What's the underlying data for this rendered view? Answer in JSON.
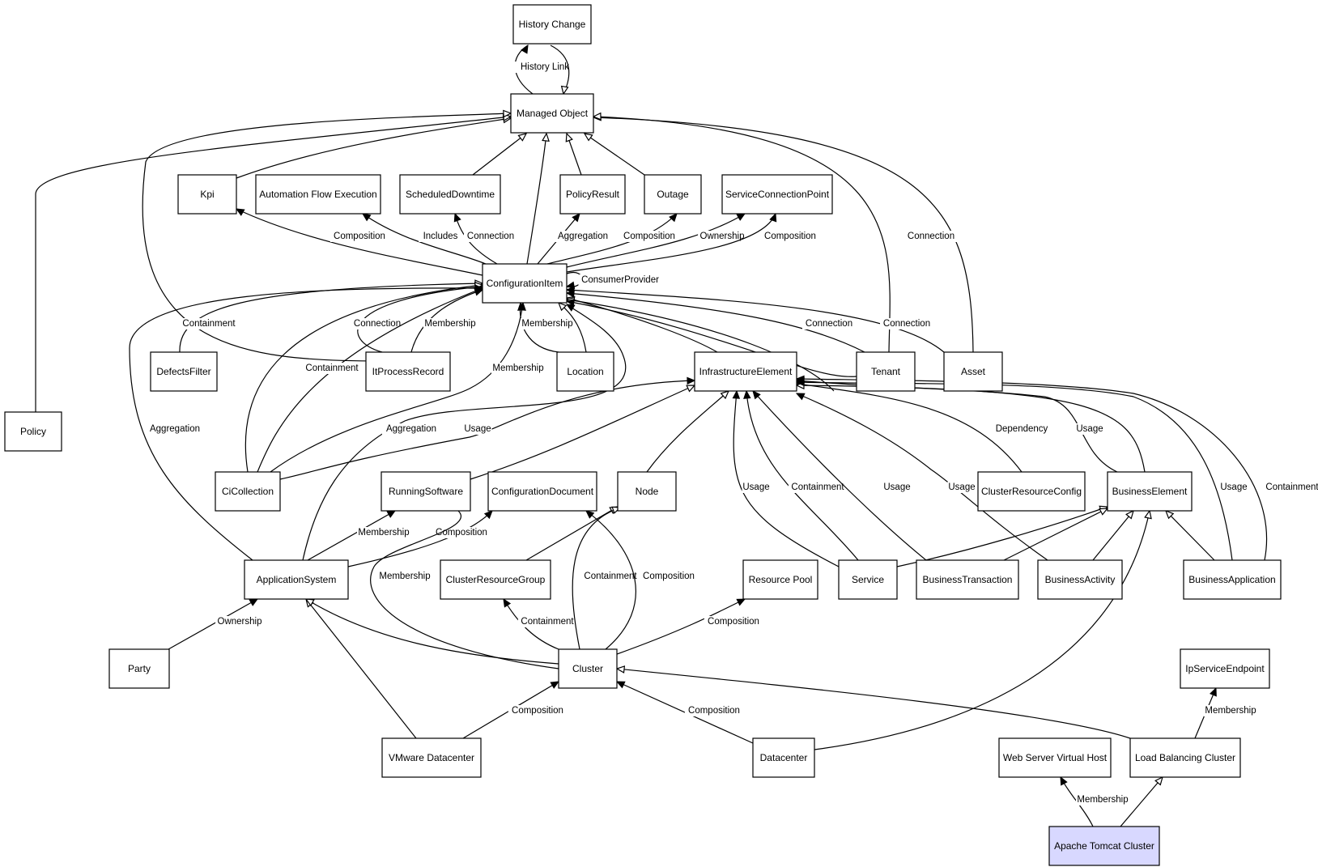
{
  "nodes": [
    {
      "id": "history",
      "label": "History Change"
    },
    {
      "id": "mo",
      "label": "Managed Object"
    },
    {
      "id": "kpi",
      "label": "Kpi"
    },
    {
      "id": "afe",
      "label": "Automation Flow Execution"
    },
    {
      "id": "sd",
      "label": "ScheduledDowntime"
    },
    {
      "id": "pr",
      "label": "PolicyResult"
    },
    {
      "id": "outage",
      "label": "Outage"
    },
    {
      "id": "scp",
      "label": "ServiceConnectionPoint"
    },
    {
      "id": "ci",
      "label": "ConfigurationItem"
    },
    {
      "id": "df",
      "label": "DefectsFilter"
    },
    {
      "id": "ipr",
      "label": "ItProcessRecord"
    },
    {
      "id": "loc",
      "label": "Location"
    },
    {
      "id": "ie",
      "label": "InfrastructureElement"
    },
    {
      "id": "tenant",
      "label": "Tenant"
    },
    {
      "id": "asset",
      "label": "Asset"
    },
    {
      "id": "policy",
      "label": "Policy"
    },
    {
      "id": "cic",
      "label": "CiCollection"
    },
    {
      "id": "rs",
      "label": "RunningSoftware"
    },
    {
      "id": "cd",
      "label": "ConfigurationDocument"
    },
    {
      "id": "node",
      "label": "Node"
    },
    {
      "id": "crc",
      "label": "ClusterResourceConfig"
    },
    {
      "id": "be",
      "label": "BusinessElement"
    },
    {
      "id": "as",
      "label": "ApplicationSystem"
    },
    {
      "id": "crg",
      "label": "ClusterResourceGroup"
    },
    {
      "id": "rp",
      "label": "Resource Pool"
    },
    {
      "id": "svc",
      "label": "Service"
    },
    {
      "id": "bt",
      "label": "BusinessTransaction"
    },
    {
      "id": "ba",
      "label": "BusinessActivity"
    },
    {
      "id": "bapp",
      "label": "BusinessApplication"
    },
    {
      "id": "party",
      "label": "Party"
    },
    {
      "id": "cluster",
      "label": "Cluster"
    },
    {
      "id": "ipse",
      "label": "IpServiceEndpoint"
    },
    {
      "id": "vmdc",
      "label": "VMware Datacenter"
    },
    {
      "id": "dc",
      "label": "Datacenter"
    },
    {
      "id": "wsvh",
      "label": "Web Server Virtual Host"
    },
    {
      "id": "lbc",
      "label": "Load Balancing Cluster"
    },
    {
      "id": "atc",
      "label": "Apache Tomcat Cluster",
      "highlight": true,
      "fill": "#d8d8ff"
    }
  ],
  "edges": [
    {
      "id": "e1",
      "label": "History Link",
      "arrow": "filled"
    },
    {
      "id": "e1b",
      "label": "",
      "arrow": "hollow"
    },
    {
      "id": "e2",
      "label": "",
      "arrow": "hollow"
    },
    {
      "id": "e3",
      "label": "",
      "arrow": "hollow"
    },
    {
      "id": "e4",
      "label": "",
      "arrow": "hollow"
    },
    {
      "id": "e5",
      "label": "",
      "arrow": "hollow"
    },
    {
      "id": "e6",
      "label": "",
      "arrow": "hollow"
    },
    {
      "id": "e7",
      "label": "",
      "arrow": "hollow"
    },
    {
      "id": "e8",
      "label": "",
      "arrow": "hollow"
    },
    {
      "id": "e9",
      "label": "",
      "arrow": "hollow"
    },
    {
      "id": "e10",
      "label": "Connection",
      "arrow": "hollow"
    },
    {
      "id": "e11",
      "label": "Composition",
      "arrow": "filled"
    },
    {
      "id": "e12",
      "label": "Includes",
      "arrow": "filled"
    },
    {
      "id": "e13",
      "label": "Connection",
      "arrow": "filled"
    },
    {
      "id": "e14",
      "label": "Aggregation",
      "arrow": "filled"
    },
    {
      "id": "e15",
      "label": "Composition",
      "arrow": "filled"
    },
    {
      "id": "e16",
      "label": "Ownership",
      "arrow": "filled"
    },
    {
      "id": "e17",
      "label": "Composition",
      "arrow": "filled"
    },
    {
      "id": "e18",
      "label": "ConsumerProvider",
      "arrow": "filled"
    },
    {
      "id": "e19",
      "label": "Containment",
      "arrow": "hollow"
    },
    {
      "id": "e20",
      "label": "Connection",
      "arrow": "filled"
    },
    {
      "id": "e21",
      "label": "Membership",
      "arrow": "filled"
    },
    {
      "id": "e22",
      "label": "Membership",
      "arrow": "filled"
    },
    {
      "id": "e23",
      "label": "",
      "arrow": "hollow"
    },
    {
      "id": "e24",
      "label": "",
      "arrow": "hollow"
    },
    {
      "id": "e25",
      "label": "Connection",
      "arrow": "filled"
    },
    {
      "id": "e26",
      "label": "Connection",
      "arrow": "filled"
    },
    {
      "id": "e27",
      "label": "Containment",
      "arrow": "filled"
    },
    {
      "id": "e28",
      "label": "",
      "arrow": "hollow"
    },
    {
      "id": "e29",
      "label": "Membership",
      "arrow": "filled"
    },
    {
      "id": "e30",
      "label": "Aggregation",
      "arrow": "filled"
    },
    {
      "id": "e31",
      "label": "Aggregation",
      "arrow": "filled"
    },
    {
      "id": "e32",
      "label": "",
      "arrow": "hollow"
    },
    {
      "id": "e33",
      "label": "Usage",
      "arrow": "filled"
    },
    {
      "id": "e34",
      "label": "",
      "arrow": "hollow"
    },
    {
      "id": "e35",
      "label": "",
      "arrow": "hollow"
    },
    {
      "id": "e36",
      "label": "Usage",
      "arrow": "filled"
    },
    {
      "id": "e37",
      "label": "Containment",
      "arrow": "filled"
    },
    {
      "id": "e38",
      "label": "Usage",
      "arrow": "filled"
    },
    {
      "id": "e39",
      "label": "Usage",
      "arrow": "filled"
    },
    {
      "id": "e40",
      "label": "Dependency",
      "arrow": "filled"
    },
    {
      "id": "e41",
      "label": "Usage",
      "arrow": "filled"
    },
    {
      "id": "e42",
      "label": "",
      "arrow": "hollow"
    },
    {
      "id": "e43",
      "label": "Usage",
      "arrow": "filled"
    },
    {
      "id": "e44",
      "label": "Containment",
      "arrow": "filled"
    },
    {
      "id": "e45",
      "label": "Aggregation",
      "arrow": "filled"
    },
    {
      "id": "e46",
      "label": "Membership",
      "arrow": "filled"
    },
    {
      "id": "e47",
      "label": "Composition",
      "arrow": "filled"
    },
    {
      "id": "e48",
      "label": "",
      "arrow": "hollow"
    },
    {
      "id": "e49",
      "label": "",
      "arrow": "hollow"
    },
    {
      "id": "e50",
      "label": "",
      "arrow": "hollow"
    },
    {
      "id": "e51",
      "label": "",
      "arrow": "hollow"
    },
    {
      "id": "e52",
      "label": "",
      "arrow": "hollow"
    },
    {
      "id": "e53",
      "label": "Ownership",
      "arrow": "filled"
    },
    {
      "id": "e54",
      "label": "",
      "arrow": "hollow"
    },
    {
      "id": "e55",
      "label": "Membership",
      "arrow": "filled"
    },
    {
      "id": "e56",
      "label": "Containment",
      "arrow": "filled"
    },
    {
      "id": "e57",
      "label": "Containment",
      "arrow": "hollow"
    },
    {
      "id": "e58",
      "label": "Composition",
      "arrow": "filled"
    },
    {
      "id": "e59",
      "label": "Composition",
      "arrow": "filled"
    },
    {
      "id": "e60",
      "label": "",
      "arrow": "hollow"
    },
    {
      "id": "e61",
      "label": "Composition",
      "arrow": "filled"
    },
    {
      "id": "e62",
      "label": "Composition",
      "arrow": "filled"
    },
    {
      "id": "e63",
      "label": "",
      "arrow": "hollow"
    },
    {
      "id": "e64",
      "label": "",
      "arrow": "hollow"
    },
    {
      "id": "e65",
      "label": "Membership",
      "arrow": "filled"
    },
    {
      "id": "e66",
      "label": "Membership",
      "arrow": "filled"
    },
    {
      "id": "e67",
      "label": "",
      "arrow": "hollow"
    }
  ]
}
